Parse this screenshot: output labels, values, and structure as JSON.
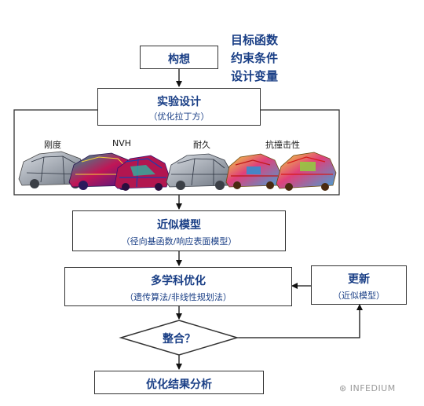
{
  "nodes": {
    "concept": "构想",
    "doe": {
      "title": "实验设计",
      "sub": "（优化拉丁方）"
    },
    "approx": {
      "title": "近似模型",
      "sub": "（径向基函数/响应表面模型）"
    },
    "mdo": {
      "title": "多学科优化",
      "sub": "（遗传算法/非线性规划法）"
    },
    "update": {
      "title": "更新",
      "sub": "（近似模型）"
    },
    "decision": "整合？",
    "result": "优化结果分析"
  },
  "side_labels": [
    "目标函数",
    "约束条件",
    "设计变量"
  ],
  "disciplines": [
    "刚度",
    "NVH",
    "耐久",
    "抗撞击性"
  ],
  "watermark": "INFEDIUM",
  "colors": {
    "text": "#1a3f86",
    "line": "#333333"
  }
}
